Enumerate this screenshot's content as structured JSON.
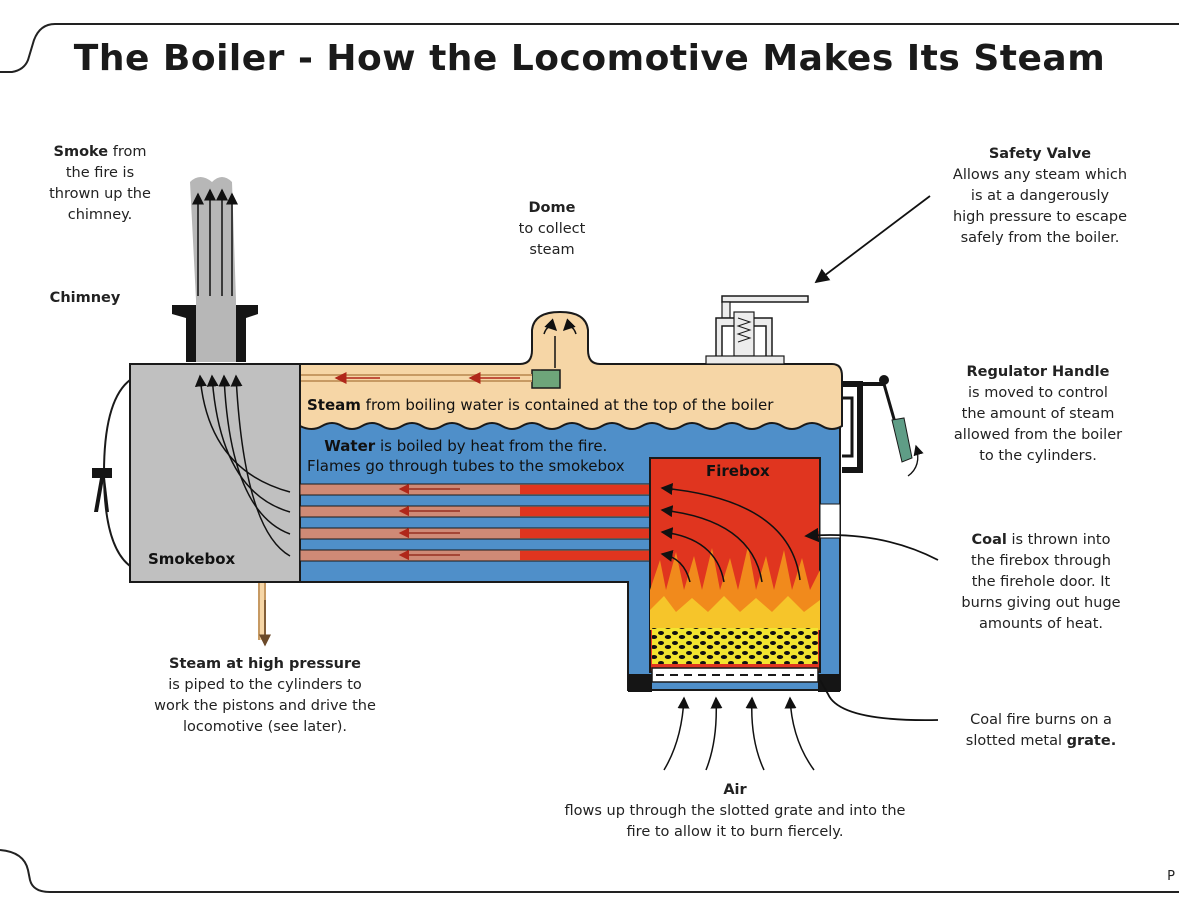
{
  "title": "The Boiler - How the Locomotive Makes Its Steam",
  "labels": {
    "smoke": {
      "bold": "Smoke",
      "text_lines": [
        " from",
        "the fire is",
        "thrown up the",
        "chimney."
      ]
    },
    "chimney": "Chimney",
    "dome": {
      "bold": "Dome",
      "lines": [
        "to collect",
        "steam"
      ]
    },
    "safety_valve": {
      "bold": "Safety Valve",
      "lines": [
        "Allows any steam which",
        "is at a dangerously",
        "high pressure to escape",
        "safely from the boiler."
      ]
    },
    "regulator": {
      "bold": "Regulator Handle",
      "lines": [
        "is moved to control",
        "the amount of steam",
        "allowed from the boiler",
        "to the cylinders."
      ]
    },
    "steam_space": {
      "bold": "Steam",
      "text": " from boiling water is contained at the top of the boiler"
    },
    "water": {
      "bold": "Water",
      "text": " is boiled by heat from the fire.",
      "line2": "Flames go through tubes to the smokebox"
    },
    "firebox": "Firebox",
    "smokebox": "Smokebox",
    "coal": {
      "bold": "Coal",
      "text": " is thrown into",
      "lines": [
        "the firebox through",
        "the firehole door.  It",
        "burns giving out huge",
        "amounts of heat."
      ]
    },
    "grate": {
      "line1": "Coal fire burns on a",
      "line2_text": "slotted metal ",
      "line2_bold": "grate."
    },
    "steam_high": {
      "bold": "Steam at high pressure",
      "lines": [
        "is piped to the cylinders to",
        "work the pistons and drive the",
        "locomotive (see later)."
      ]
    },
    "air": {
      "bold": "Air",
      "lines": [
        "flows up through the slotted grate and into the",
        "fire to allow it to burn fiercely."
      ]
    },
    "page_mark": "P"
  },
  "colors": {
    "steam": "#f6d6a6",
    "water": "#4f8fc9",
    "smokebox": "#c0c0c0",
    "fire_red": "#e0351f",
    "fire_orange": "#f18a1c",
    "coal_yellow": "#f3e52f",
    "outline": "#1a1a1a"
  }
}
